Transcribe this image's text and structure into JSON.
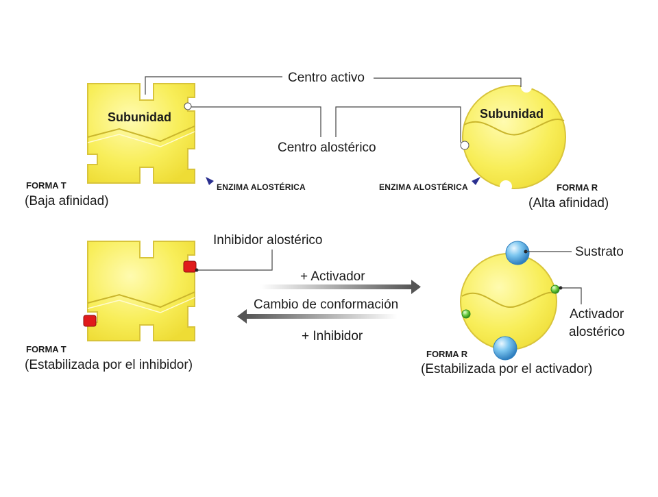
{
  "labels": {
    "centro_activo": "Centro activo",
    "subunidad": "Subunidad",
    "centro_alosterico": "Centro alostérico",
    "enzima_alosterica": "ENZIMA ALOSTÉRICA",
    "forma_t": "FORMA T",
    "forma_r": "FORMA R",
    "baja_afinidad": "(Baja afinidad)",
    "alta_afinidad": "(Alta afinidad)",
    "inhibidor_alosterico": "Inhibidor alostérico",
    "activador": "+ Activador",
    "cambio_conformacion": "Cambio de conformación",
    "inhibidor": "+ Inhibidor",
    "sustrato": "Sustrato",
    "activador_alosterico_line1": "Activador",
    "activador_alosterico_line2": "alostérico",
    "estabilizada_inhibidor": "(Estabilizada por el inhibidor)",
    "estabilizada_activador": "(Estabilizada por el activador)"
  },
  "colors": {
    "enzyme_fill": "#f7ec52",
    "enzyme_stroke": "#d8c43a",
    "inhibitor": "#e01b1b",
    "substrate": "#5fb3e6",
    "activator": "#5bbf3a",
    "arrow": "#555555",
    "leader": "#444444",
    "pointer": "#2a2f8f"
  }
}
